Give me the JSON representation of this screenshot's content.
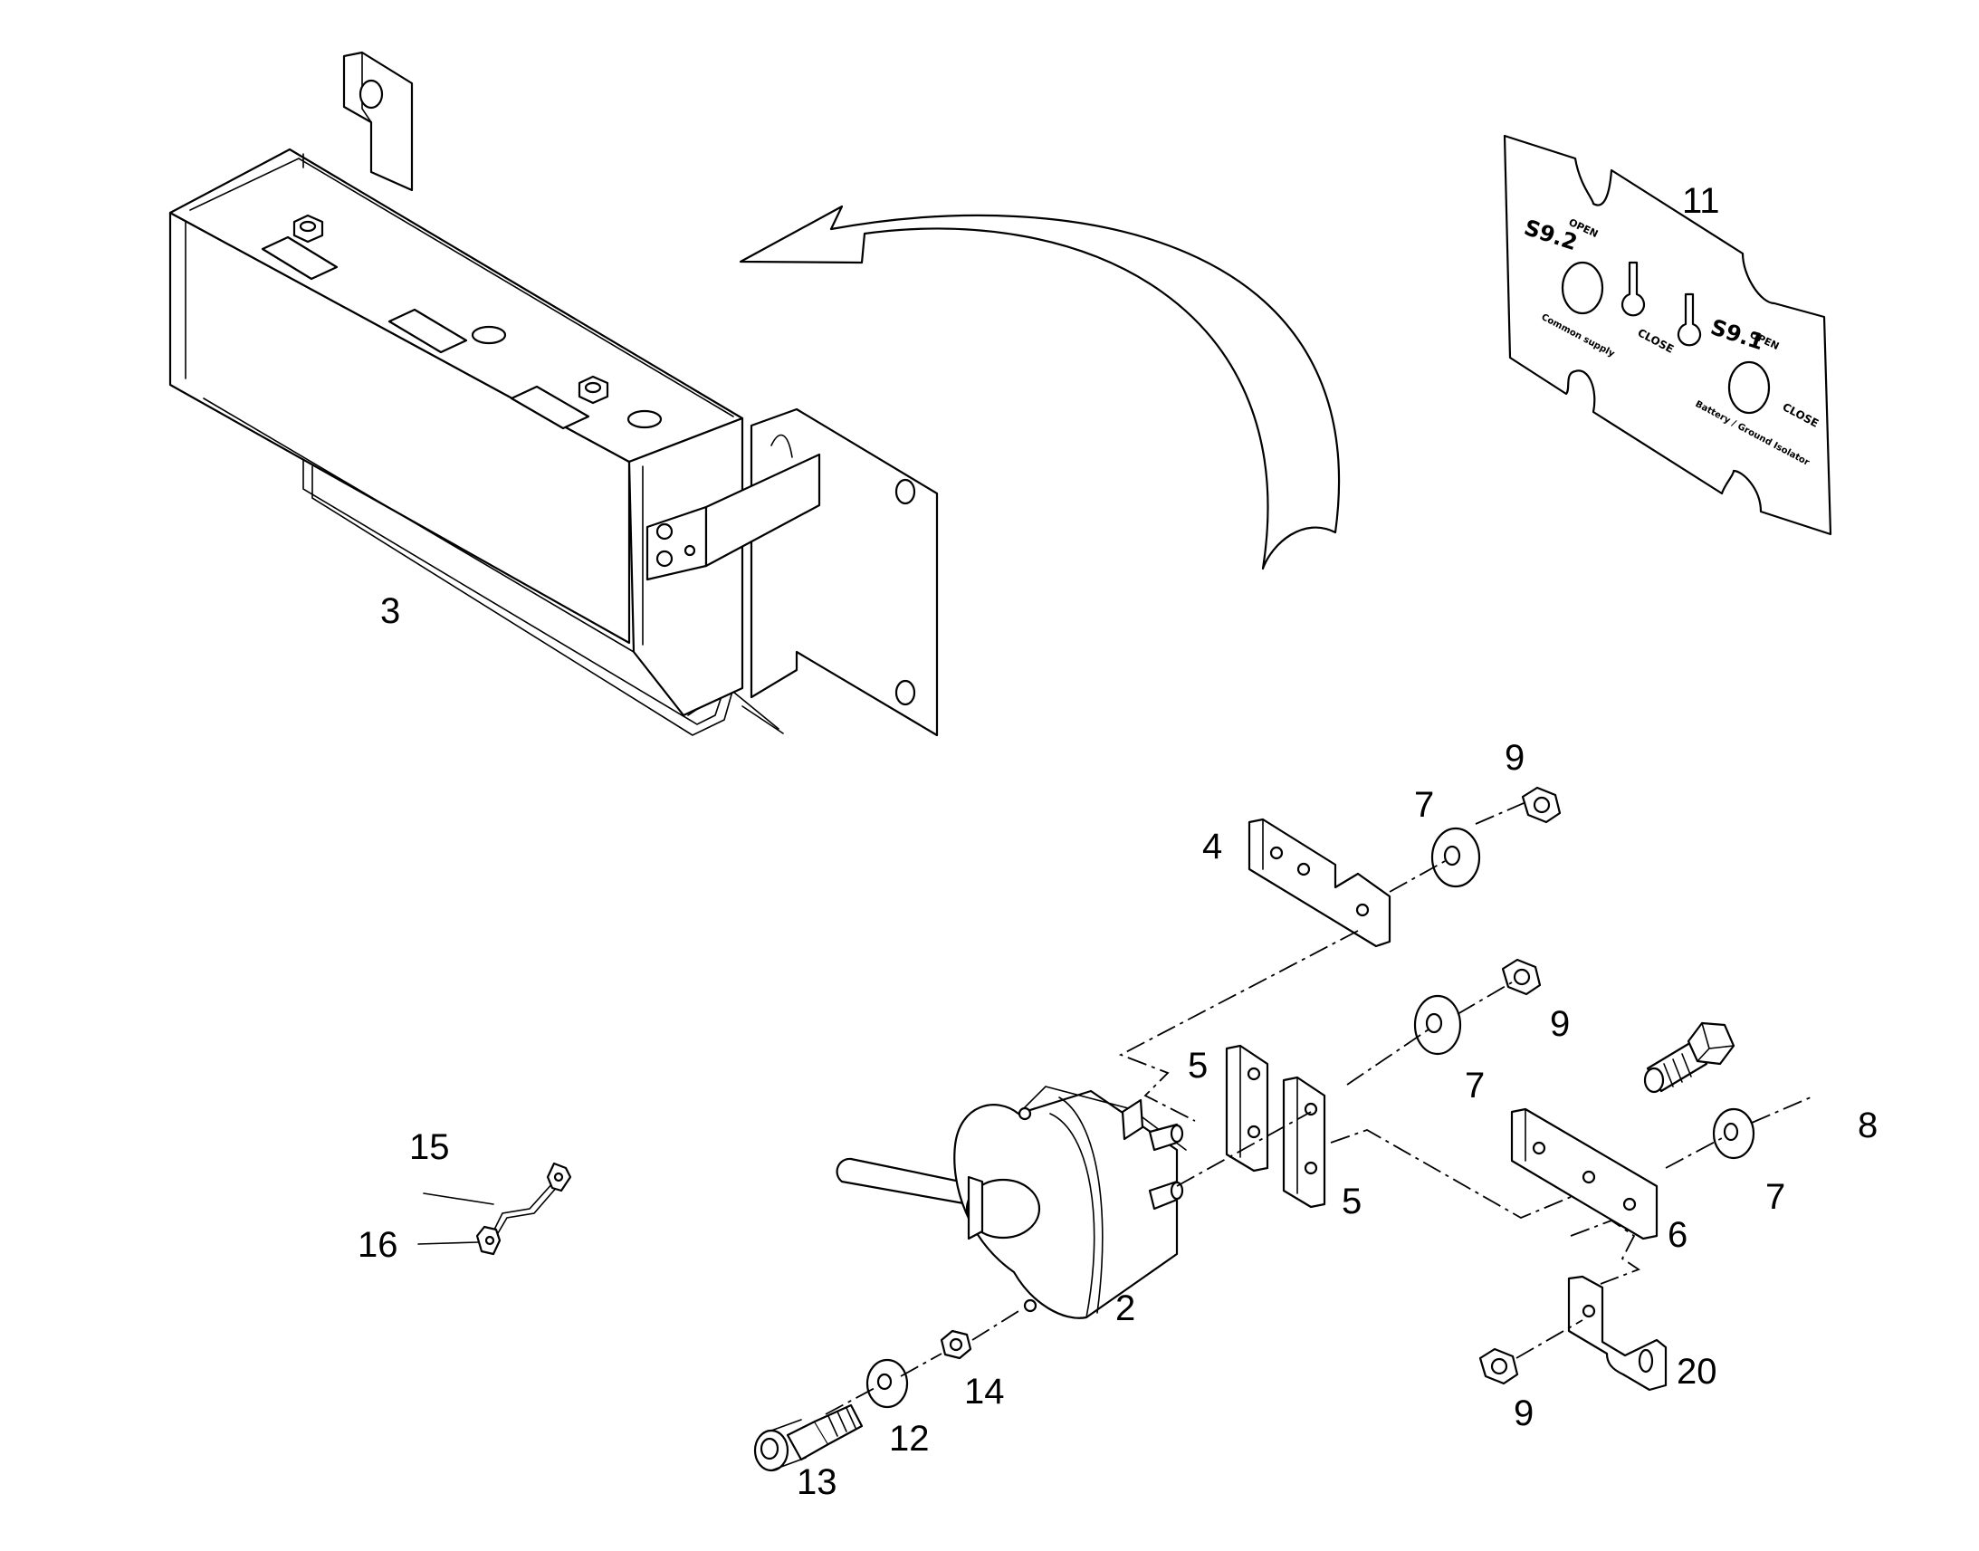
{
  "callouts": {
    "c2": "2",
    "c3": "3",
    "c4": "4",
    "c5a": "5",
    "c5b": "5",
    "c6": "6",
    "c7a": "7",
    "c7b": "7",
    "c7c": "7",
    "c8": "8",
    "c9a": "9",
    "c9b": "9",
    "c9c": "9",
    "c11": "11",
    "c12": "12",
    "c13": "13",
    "c14": "14",
    "c15": "15",
    "c16": "16",
    "c20": "20"
  },
  "plate": {
    "switch2_id": "S9.2",
    "switch2_open": "OPEN",
    "switch2_close": "CLOSE",
    "switch2_name": "Common supply",
    "switch1_id": "S9.1",
    "switch1_open": "OPEN",
    "switch1_close": "CLOSE",
    "switch1_name": "Battery / Ground Isolator"
  }
}
